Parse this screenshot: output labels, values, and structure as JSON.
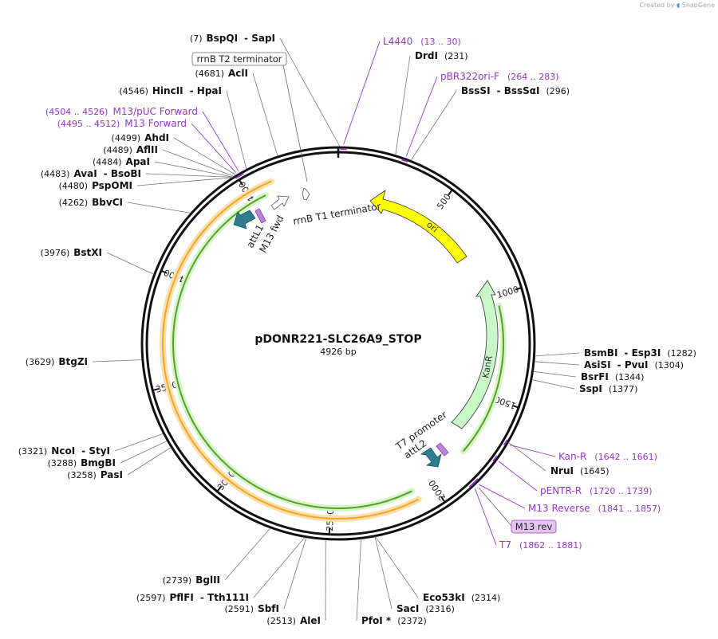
{
  "credit": {
    "prefix": "Created by",
    "brand": "SnapGene"
  },
  "plasmid": {
    "name": "pDONR221-SLC26A9_STOP",
    "size_label": "4926 bp",
    "length": 4926
  },
  "ticks": [
    {
      "pos": 500,
      "label": "500"
    },
    {
      "pos": 1000,
      "label": "1000"
    },
    {
      "pos": 1500,
      "label": "1500"
    },
    {
      "pos": 2000,
      "label": "2000"
    },
    {
      "pos": 2500,
      "label": "2500"
    },
    {
      "pos": 3000,
      "label": "3000"
    },
    {
      "pos": 3500,
      "label": "3500"
    },
    {
      "pos": 4000,
      "label": "4000"
    },
    {
      "pos": 4500,
      "label": "4500"
    }
  ],
  "sites": [
    {
      "pos": 7,
      "coord": "(7)",
      "name": "BspQI",
      "name2": "SapI"
    },
    {
      "pos": 231,
      "coord": "(231)",
      "name": "DrdI"
    },
    {
      "pos": 296,
      "coord": "(296)",
      "name": "BssSI",
      "name2": "BssSαI"
    },
    {
      "pos": 1282,
      "coord": "(1282)",
      "name": "BsmBI",
      "name2": "Esp3I"
    },
    {
      "pos": 1304,
      "coord": "(1304)",
      "name": "AsiSI",
      "name2": "PvuI"
    },
    {
      "pos": 1344,
      "coord": "(1344)",
      "name": "BsrFI"
    },
    {
      "pos": 1377,
      "coord": "(1377)",
      "name": "SspI"
    },
    {
      "pos": 1645,
      "coord": "(1645)",
      "name": "NruI"
    },
    {
      "pos": 2314,
      "coord": "(2314)",
      "name": "Eco53kI"
    },
    {
      "pos": 2316,
      "coord": "(2316)",
      "name": "SacI"
    },
    {
      "pos": 2372,
      "coord": "(2372)",
      "name": "PfoI *"
    },
    {
      "pos": 2513,
      "coord": "(2513)",
      "name": "AleI"
    },
    {
      "pos": 2591,
      "coord": "(2591)",
      "name": "SbfI"
    },
    {
      "pos": 2597,
      "coord": "(2597)",
      "name": "PflFI",
      "name2": "Tth111I"
    },
    {
      "pos": 2739,
      "coord": "(2739)",
      "name": "BglII"
    },
    {
      "pos": 3258,
      "coord": "(3258)",
      "name": "PasI"
    },
    {
      "pos": 3288,
      "coord": "(3288)",
      "name": "BmgBI"
    },
    {
      "pos": 3321,
      "coord": "(3321)",
      "name": "NcoI",
      "name2": "StyI"
    },
    {
      "pos": 3629,
      "coord": "(3629)",
      "name": "BtgZI"
    },
    {
      "pos": 3976,
      "coord": "(3976)",
      "name": "BstXI"
    },
    {
      "pos": 4262,
      "coord": "(4262)",
      "name": "BbvCI"
    },
    {
      "pos": 4480,
      "coord": "(4480)",
      "name": "PspOMI"
    },
    {
      "pos": 4483,
      "coord": "(4483)",
      "name": "AvaI",
      "name2": "BsoBI"
    },
    {
      "pos": 4484,
      "coord": "(4484)",
      "name": "ApaI"
    },
    {
      "pos": 4489,
      "coord": "(4489)",
      "name": "AflII"
    },
    {
      "pos": 4499,
      "coord": "(4499)",
      "name": "AhdI"
    },
    {
      "pos": 4546,
      "coord": "(4546)",
      "name": "HincII",
      "name2": "HpaI"
    },
    {
      "pos": 4681,
      "coord": "(4681)",
      "name": "AclI"
    }
  ],
  "primers": [
    {
      "pos": 21,
      "name": "L4440",
      "range": "(13 .. 30)"
    },
    {
      "pos": 273,
      "name": "pBR322ori-F",
      "range": "(264 .. 283)"
    },
    {
      "pos": 1651,
      "name": "Kan-R",
      "range": "(1642 .. 1661)"
    },
    {
      "pos": 1729,
      "name": "pENTR-R",
      "range": "(1720 .. 1739)"
    },
    {
      "pos": 1849,
      "name": "M13 Reverse",
      "range": "(1841 .. 1857)"
    },
    {
      "pos": 1871,
      "name": "T7",
      "range": "(1862 .. 1881)"
    },
    {
      "pos": 4515,
      "name": "M13/pUC Forward",
      "range": "(4504 .. 4526)"
    },
    {
      "pos": 4503,
      "name": "M13 Forward",
      "range": "(4495 .. 4512)"
    }
  ],
  "boxed_features": [
    {
      "name": "rrnB T2 terminator",
      "style": "outline"
    },
    {
      "name": "M13 rev",
      "style": "purple"
    }
  ],
  "features": [
    {
      "name": "ori",
      "start": 700,
      "end": 1250,
      "color": "#ffff00",
      "direction": "ccw"
    },
    {
      "name": "KanR",
      "start": 1380,
      "end": 2050,
      "color": "#c8f7c8",
      "direction": "ccw"
    },
    {
      "name": "rrnB T1 terminator",
      "color": "#ffffff"
    },
    {
      "name": "attL1",
      "color": "#2e7d8f"
    },
    {
      "name": "M13 fwd",
      "color": "#c080e0"
    },
    {
      "name": "T7 promoter",
      "color": "#ffffff"
    },
    {
      "name": "attL2",
      "color": "#2e7d8f"
    }
  ],
  "orf_arcs": [
    {
      "start": 2090,
      "end": 4620,
      "color": "#f5a623",
      "direction": "cw"
    },
    {
      "start": 1450,
      "end": 2100,
      "color": "#5a9e2a",
      "direction": "ccw"
    }
  ]
}
